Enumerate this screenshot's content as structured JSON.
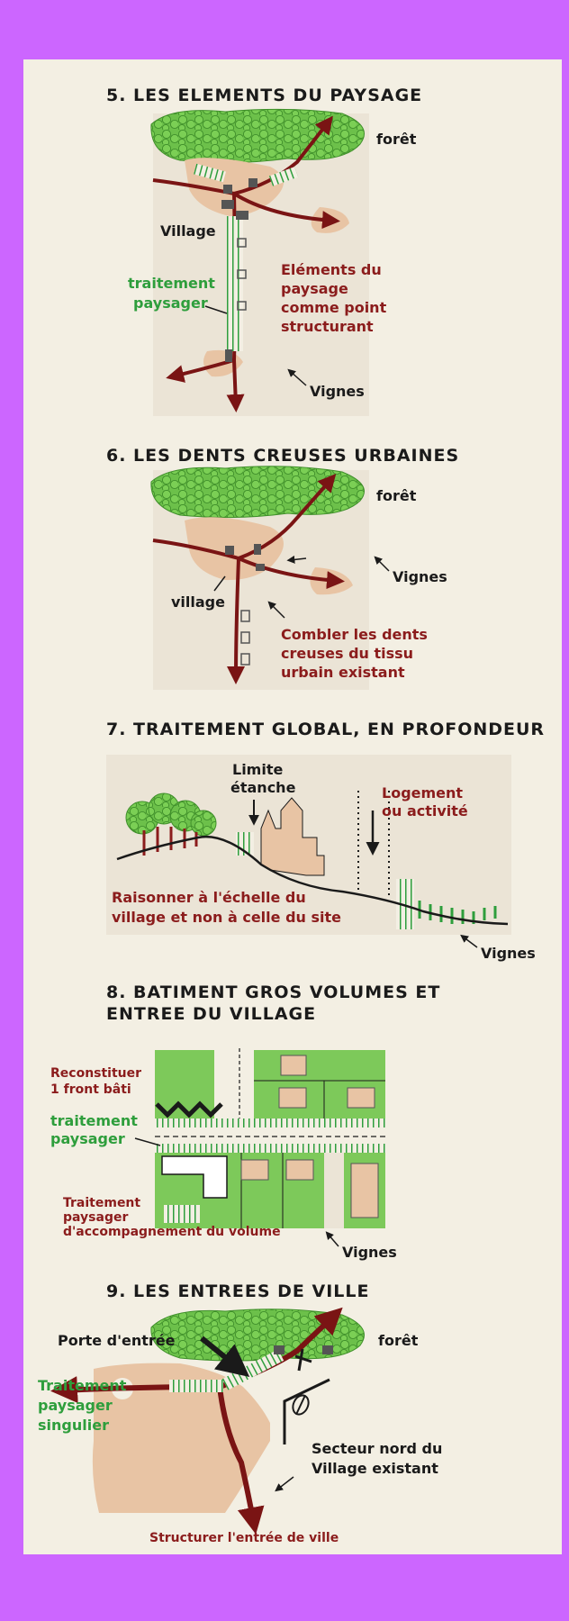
{
  "colors": {
    "page_border": "#cc66ff",
    "paper": "#f3efe3",
    "forest": "#6cc04a",
    "forest_dark": "#3f8f2a",
    "urban": "#e8c4a4",
    "road": "#7a1414",
    "building": "#555555",
    "hatch_green": "#2e9e3c",
    "field_green": "#7dc95a",
    "label_red": "#8b1c1c",
    "label_green": "#2e9e3c"
  },
  "section5": {
    "title": "5. LES ELEMENTS DU PAYSAGE",
    "label_foret": "forêt",
    "label_village": "Village",
    "label_traitement_1": "traitement",
    "label_traitement_2": "paysager",
    "label_elements_1": "Eléments du",
    "label_elements_2": "paysage",
    "label_elements_3": "comme point",
    "label_elements_4": "structurant",
    "label_vignes": "Vignes"
  },
  "section6": {
    "title": "6. LES DENTS CREUSES URBAINES",
    "label_foret": "forêt",
    "label_vignes": "Vignes",
    "label_village": "village",
    "label_combler_1": "Combler les dents",
    "label_combler_2": "creuses du tissu",
    "label_combler_3": "urbain existant"
  },
  "section7": {
    "title": "7. TRAITEMENT GLOBAL, EN PROFONDEUR",
    "label_limite_1": "Limite",
    "label_limite_2": "étanche",
    "label_logement_1": "Logement",
    "label_logement_2": "ou activité",
    "label_raisonner_1": "Raisonner à l'échelle du",
    "label_raisonner_2": "village et non à celle du site",
    "label_vignes": "Vignes"
  },
  "section8": {
    "title_1": "8. BATIMENT GROS VOLUMES ET",
    "title_2": "ENTREE DU VILLAGE",
    "label_reconstituer_1": "Reconstituer",
    "label_reconstituer_2": "1 front bâti",
    "label_traitement_1": "traitement",
    "label_traitement_2": "paysager",
    "label_accomp_1": "Traitement",
    "label_accomp_2": "paysager",
    "label_accomp_3": "d'accompagnement du volume",
    "label_vignes": "Vignes"
  },
  "section9": {
    "title": "9. LES ENTREES DE VILLE",
    "label_porte": "Porte d'entrée",
    "label_foret": "forêt",
    "label_traitement_1": "Traitement",
    "label_traitement_2": "paysager",
    "label_traitement_3": "singulier",
    "label_secteur_1": "Secteur nord du",
    "label_secteur_2": "Village existant",
    "label_structurer": "Structurer l'entrée de ville"
  }
}
